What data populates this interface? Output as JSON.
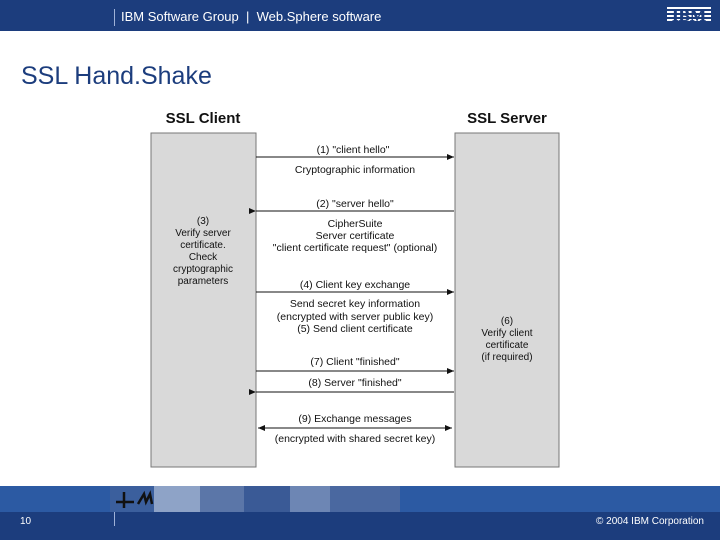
{
  "header": {
    "text": "IBM Software Group  |  Web.Sphere software",
    "logo": "IBM"
  },
  "title": "SSL Hand.Shake",
  "diagram": {
    "client_label": "SSL Client",
    "server_label": "SSL Server",
    "messages": [
      "(1) \"client hello\"",
      "Cryptographic information",
      "(2) \"server hello\"",
      "CipherSuite",
      "Server certificate",
      "\"client certificate request\" (optional)",
      "(4) Client key exchange",
      "Send secret key information",
      "(encrypted with server public key)",
      "(5) Send client certificate",
      "(7) Client \"finished\"",
      "(8) Server \"finished\"",
      "(9) Exchange messages",
      "(encrypted with shared secret key)"
    ],
    "client_note": [
      "(3)",
      "Verify server",
      "certificate.",
      "Check",
      "cryptographic",
      "parameters"
    ],
    "server_note": [
      "(6)",
      "Verify client",
      "certificate",
      "(if required)"
    ]
  },
  "footer": {
    "page_number": "10",
    "copyright": "© 2004 IBM Corporation"
  },
  "colors": {
    "header_blue": "#1c3d7d",
    "footer_blue": "#2c5aa3",
    "lane_fill": "#d9d9d9"
  }
}
